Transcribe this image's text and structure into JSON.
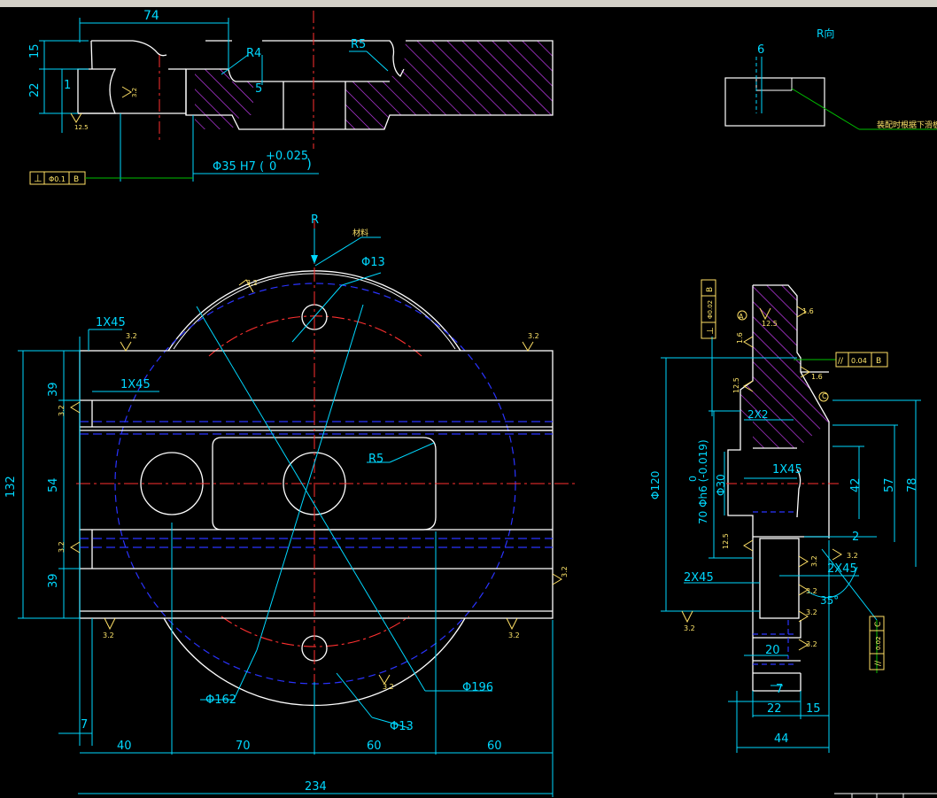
{
  "colors": {
    "background": "#000000",
    "outline": "#ffffff",
    "dimension": "#00d8ff",
    "centerline": "#ff3030",
    "hidden": "#2a33ff",
    "hatch": "#d040ff",
    "leader": "#00c000",
    "roughness": "#ffe066"
  },
  "top_view": {
    "dim_74": "74",
    "dim_15": "15",
    "dim_22": "22",
    "dim_1": "1",
    "rough_12_5": "12.5",
    "rough_3_2": "3.2",
    "label_r4": "R4",
    "label_r5": "R5",
    "dim_5": "5",
    "bore_main": "Φ35 H7 (",
    "bore_tol_upper": "+0.025",
    "bore_tol_lower": "0",
    "bore_close": ")",
    "frame_perp_symbol": "⊥",
    "frame_perp_value": "Φ0.1",
    "frame_perp_datum": "B"
  },
  "r_view": {
    "title": "R向",
    "dim_6": "6",
    "note": "装配时根据下滑板"
  },
  "main_view": {
    "arrow_r": "R",
    "label_material": "材料",
    "hole_top": "Φ13",
    "rough_top": "3.2",
    "chamfer_a": "1X45",
    "chamfer_b": "1X45",
    "rough_tl": "3.2",
    "rough_tr": "3.2",
    "dim_132": "132",
    "dim_39a": "39",
    "dim_54": "54",
    "dim_39b": "39",
    "dim_3_2a": "3.2",
    "dim_3_2b": "3.2",
    "label_r5": "R5",
    "rough_right": "3.2",
    "rough_bl": "3.2",
    "rough_br": "3.2",
    "rough_bot": "3.2",
    "dia_162": "Φ162",
    "dia_196": "Φ196",
    "hole_bot": "Φ13",
    "dim_7": "7",
    "dim_40": "40",
    "dim_70": "70",
    "dim_60a": "60",
    "dim_60b": "60",
    "dim_234": "234"
  },
  "side_view": {
    "frame_b_datum": "B",
    "frame_b_value": "Φ0.02",
    "frame_b_symbol": "⊥",
    "rough_12_5": "12.5",
    "rough_1_6a": "1.6",
    "rough_1_6b": "1.6",
    "rough_1_6c": "1.6",
    "rough_12_5b": "12.5",
    "frame_par_symbol": "//",
    "frame_par_value": "0.04",
    "frame_par_datum": "B",
    "circle_a": "A",
    "circle_c": "C",
    "chamfer_2x2": "2X2",
    "dim_phi120": "Φ120",
    "dim_70phi": "70 Φh6 (-0.019)",
    "dim_70phi_upper": "0",
    "dim_phi30": "Φ30",
    "chamfer_1x45": "1X45",
    "dim_42": "42",
    "dim_57": "57",
    "dim_78": "78",
    "dim_2": "2",
    "rough_12_5c": "12.5",
    "rough_3_2a": "3.2",
    "rough_3_2b": "3.2",
    "chamfer_2x45a": "2X45",
    "chamfer_2x45b": "2X45",
    "angle_35": "35°",
    "rough_3_2c": "3.2",
    "rough_3_2d": "3.2",
    "rough_3_2e": "3.2",
    "dim_20": "20",
    "dim_7": "7",
    "dim_22": "22",
    "dim_15": "15",
    "dim_44": "44",
    "frame_c_symbol": "//",
    "frame_c_value": "0.02",
    "frame_c_datum": "C"
  }
}
